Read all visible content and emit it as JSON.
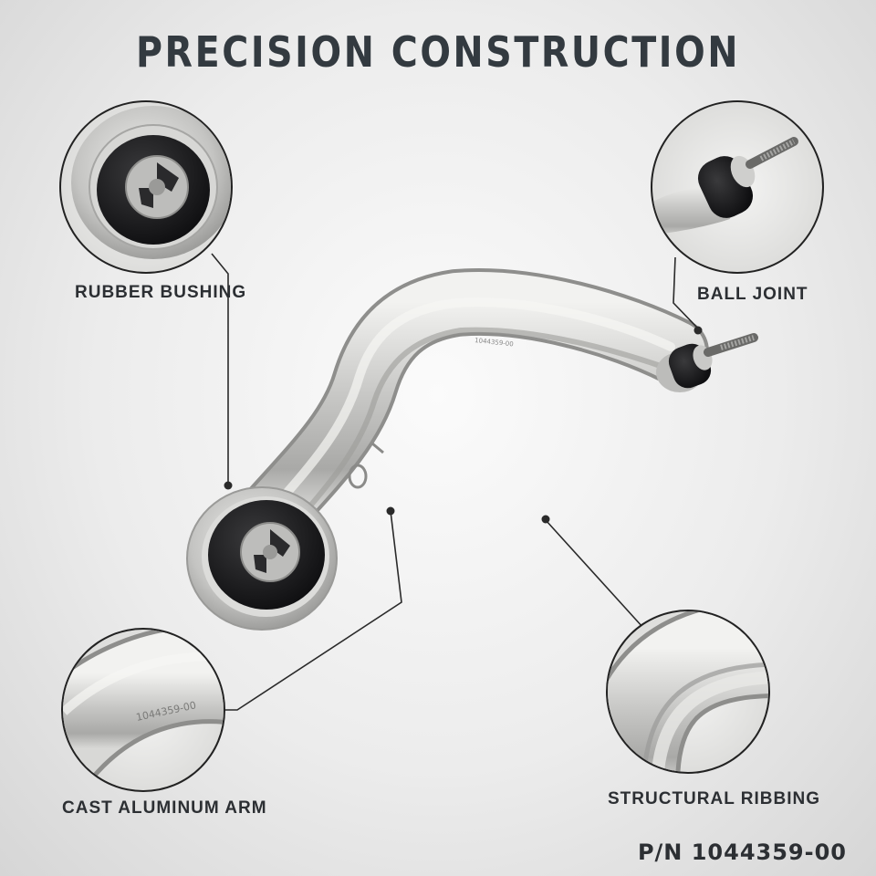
{
  "title": "PRECISION CONSTRUCTION",
  "callouts": {
    "rubber_bushing": "RUBBER BUSHING",
    "ball_joint": "BALL JOINT",
    "cast_aluminum_arm": "CAST ALUMINUM ARM",
    "structural_ribbing": "STRUCTURAL RIBBING"
  },
  "part_number": "P/N 1044359-00",
  "arm_marking": "1044359-00",
  "colors": {
    "title": "#333a40",
    "label": "#2c2f33",
    "aluminum": "#c9c9c7",
    "rubber": "#1a1a1c",
    "leader": "#2a2a2a"
  },
  "icons": [
    "rubber-bushing-icon",
    "ball-joint-icon",
    "aluminum-arm-icon",
    "ribbing-icon"
  ]
}
